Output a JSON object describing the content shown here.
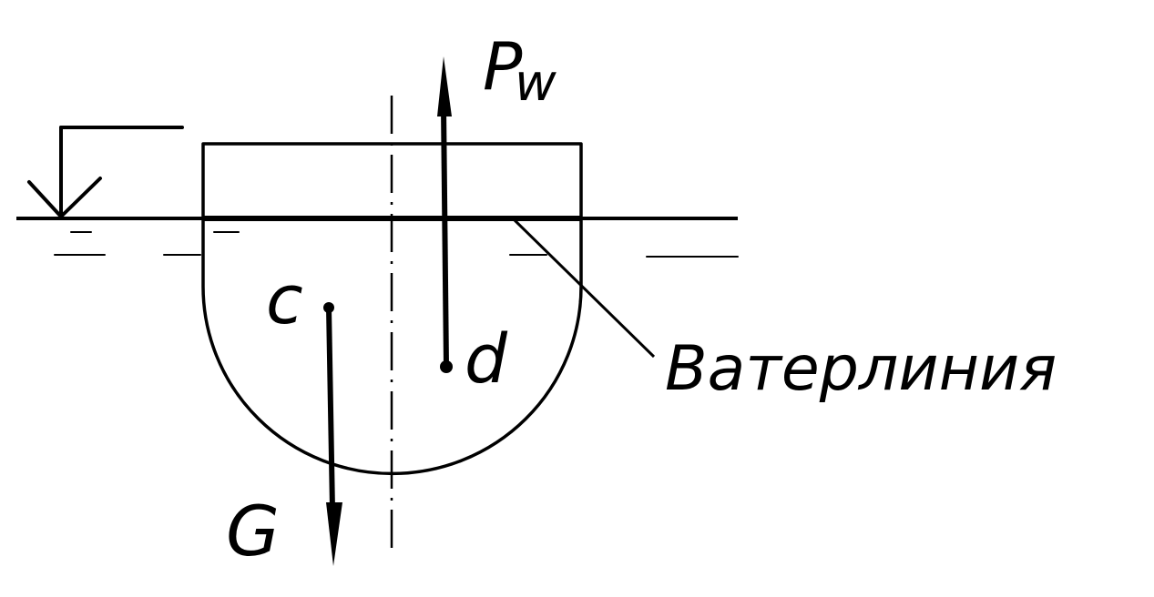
{
  "labels": {
    "buoyancy_force": "P",
    "buoyancy_subscript": "w",
    "center_of_gravity": "c",
    "center_of_buoyancy": "d",
    "weight": "G",
    "waterline": "Ватерлиния"
  },
  "colors": {
    "ink": "#000000",
    "background": "#ffffff"
  }
}
